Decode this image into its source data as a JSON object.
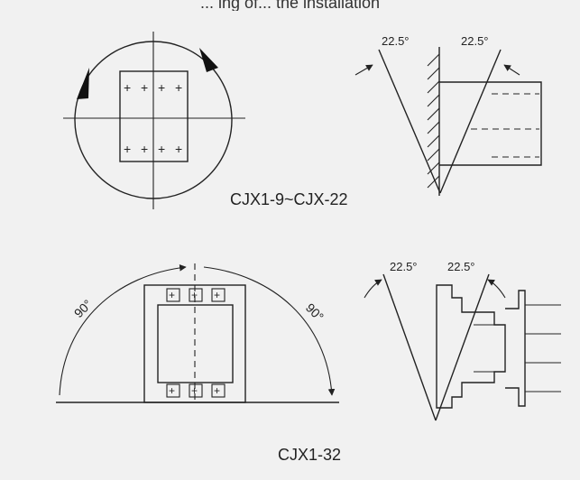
{
  "top_caption": "... ing of... the installation",
  "labels": {
    "angle_top_left": "22.5°",
    "angle_top_right": "22.5°",
    "caption_top": "CJX1-9~CJX-22",
    "angle_left_90": "90°",
    "angle_right_90": "90°",
    "angle_bottom_left": "22.5°",
    "angle_bottom_right": "22.5°",
    "caption_bottom": "CJX1-32"
  },
  "terminal_mark": "+"
}
